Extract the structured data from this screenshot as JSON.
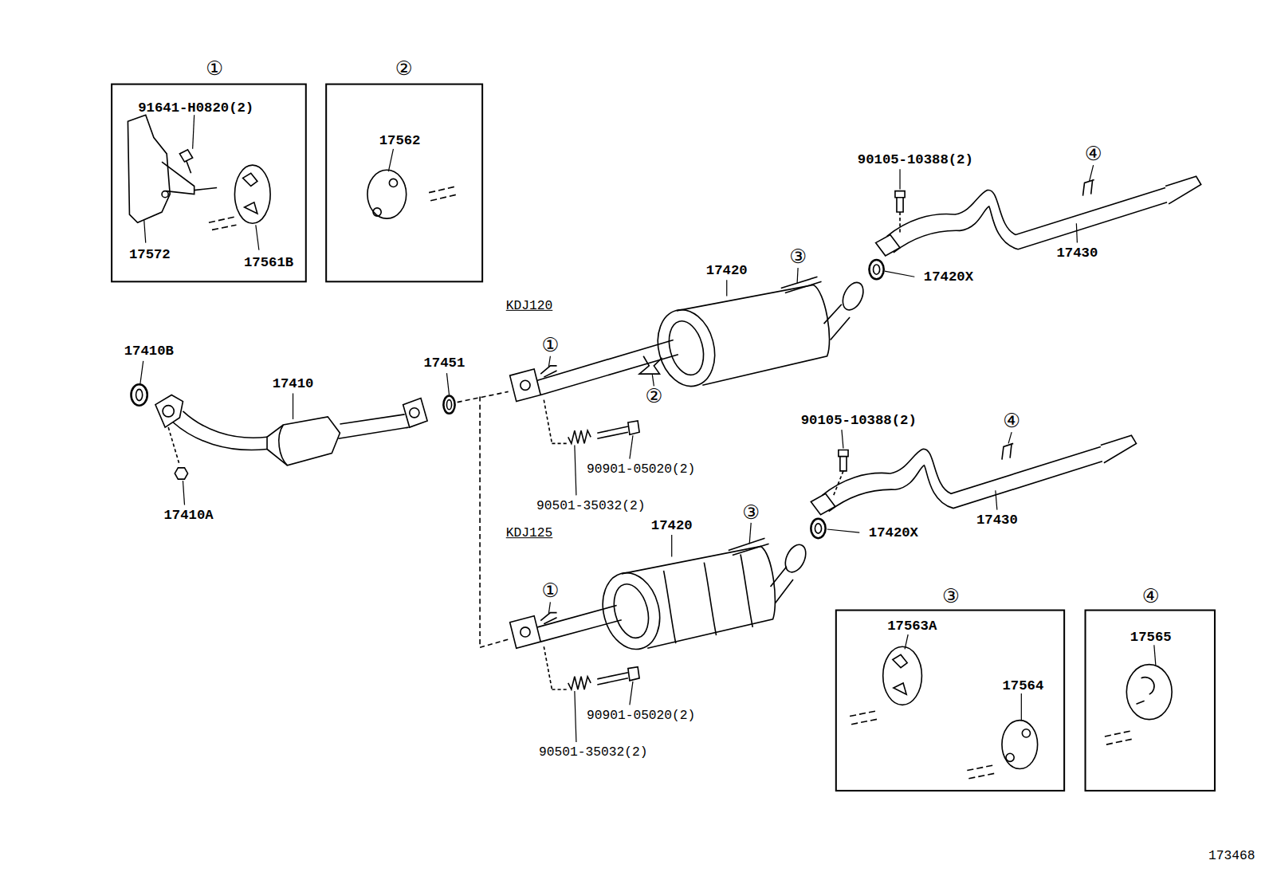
{
  "diagram": {
    "nodes": [
      {
        "text": [
          "①",
          "91641-H0820(2)",
          "17572",
          "17561B"
        ]
      },
      {
        "text": [
          "②",
          "17562"
        ]
      },
      {
        "text": [
          "③",
          "17563A",
          "17564"
        ]
      },
      {
        "text": [
          "④",
          "17565"
        ]
      }
    ],
    "labels": [
      "KDJ120",
      "KDJ125",
      "17410B",
      "17410",
      "17451",
      "17410A",
      "①",
      "②",
      "17420",
      "③",
      "17420X",
      "90105-10388(2)",
      "④",
      "17430",
      "90901-05020(2)",
      "90501-35032(2)",
      "①",
      "17420",
      "③",
      "90105-10388(2)",
      "④",
      "17430",
      "17420X",
      "90901-05020(2)",
      "90501-35032(2)",
      "173468"
    ]
  }
}
